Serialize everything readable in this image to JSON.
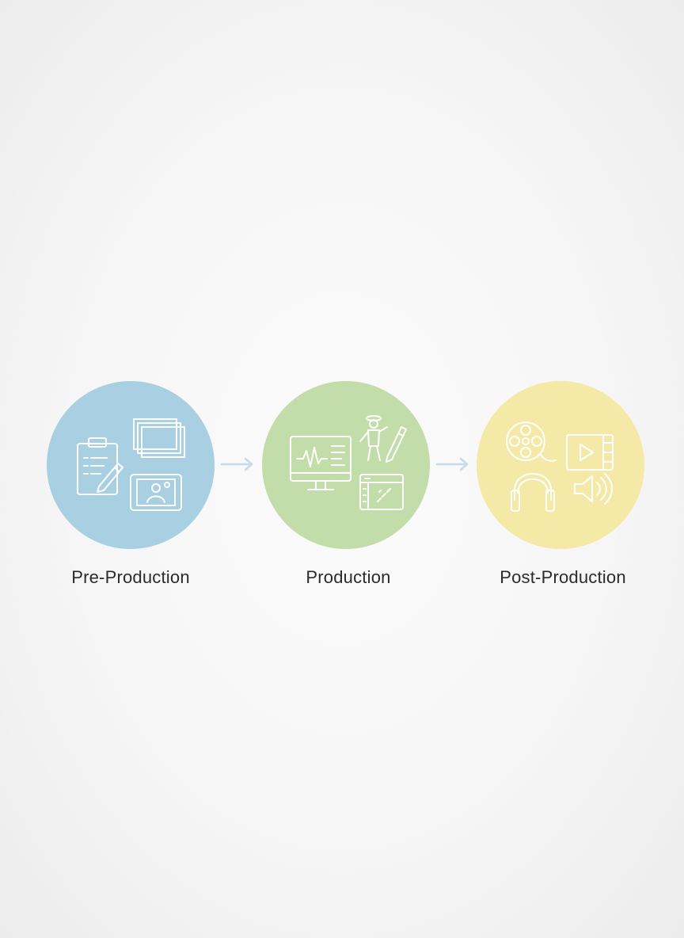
{
  "stages": [
    {
      "label": "Pre-Production",
      "color": "#a9cfe3",
      "icons": [
        "clipboard-icon",
        "storyboard-frames-icon",
        "tablet-portrait-icon"
      ]
    },
    {
      "label": "Production",
      "color": "#c2dcaa",
      "icons": [
        "monitor-waveform-icon",
        "director-figure-icon",
        "pencil-icon",
        "editing-window-icon"
      ]
    },
    {
      "label": "Post-Production",
      "color": "#f4e9a6",
      "icons": [
        "film-reel-icon",
        "video-play-icon",
        "headphones-icon",
        "speaker-icon"
      ]
    }
  ],
  "arrow_color": "#c5dbe6"
}
